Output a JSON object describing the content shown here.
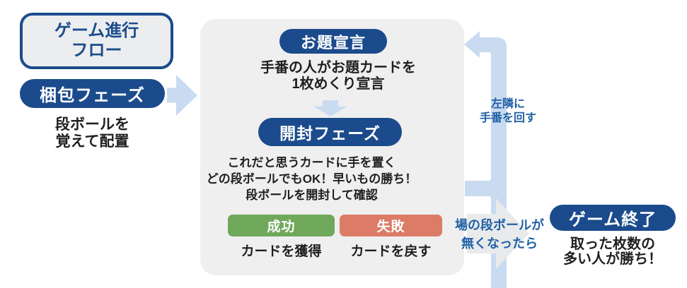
{
  "title": {
    "line1": "ゲーム進行",
    "line2": "フロー"
  },
  "packing": {
    "label": "梱包フェーズ",
    "desc_line1": "段ボールを",
    "desc_line2": "覚えて配置"
  },
  "declare": {
    "label": "お題宣言",
    "desc_line1": "手番の人がお題カードを",
    "desc_line2": "1枚めくり宣言"
  },
  "opening": {
    "label": "開封フェーズ",
    "desc_line1": "これだと思うカードに手を置く",
    "desc_line2": "どの段ボールでもOK！早いもの勝ち！",
    "desc_line3": "段ボールを開封して確認"
  },
  "success": {
    "label": "成功",
    "desc": "カードを獲得"
  },
  "failure": {
    "label": "失敗",
    "desc": "カードを戻す"
  },
  "loop": {
    "line1": "左隣に",
    "line2": "手番を回す"
  },
  "end_condition": {
    "line1": "場の段ボールが",
    "line2": "無くなったら"
  },
  "game_end": {
    "label": "ゲーム終了",
    "desc_line1": "取った枚数の",
    "desc_line2": "多い人が勝ち！"
  },
  "icons": {
    "arrow_right": "block-arrow-right",
    "arrow_down": "block-arrow-down",
    "loop_arrow": "loop-arrow-counterclockwise",
    "next_arrow": "block-arrow-right"
  },
  "colors": {
    "navy": "#1b4b8c",
    "light_blue": "#c9dbf0",
    "panel_gray": "#efeff0",
    "arrow_gray": "#e9eaec",
    "success_green": "#6fa85a",
    "failure_red": "#dc7b66",
    "blue_text": "#2161a5",
    "black_text": "#1f1f1f"
  }
}
